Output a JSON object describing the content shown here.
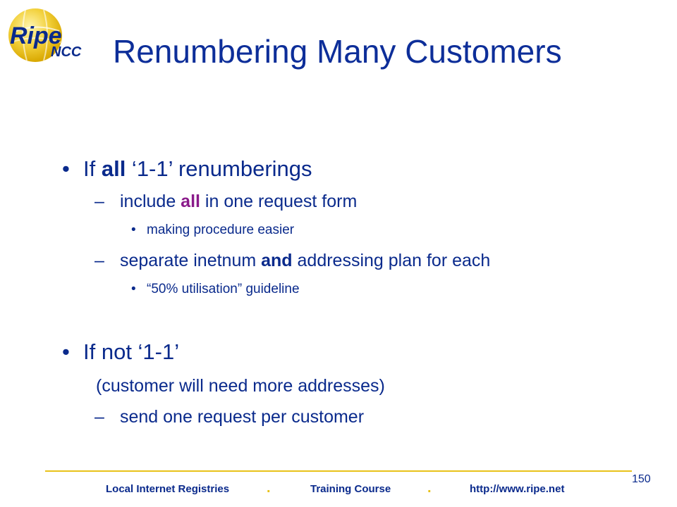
{
  "logo": {
    "text_main": "Ripe",
    "text_sub": "NCC"
  },
  "slide": {
    "title": "Renumbering Many Customers"
  },
  "content": {
    "b1": {
      "bullet": "•",
      "pre": "If ",
      "bold": "all",
      "post": " ‘1-1’ renumberings"
    },
    "b1_s1": {
      "dash": "–",
      "pre": "include ",
      "accent": "all",
      "post": " in one request form"
    },
    "b1_s1_1": {
      "bullet": "•",
      "text": "making procedure easier"
    },
    "b1_s2": {
      "dash": "–",
      "pre": "separate inetnum ",
      "bold": "and",
      "post": " addressing plan for each"
    },
    "b1_s2_1": {
      "bullet": "•",
      "text": "“50% utilisation” guideline"
    },
    "b2": {
      "bullet": "•",
      "text": "If not ‘1-1’"
    },
    "b2_note": {
      "text": "(customer will need more addresses)"
    },
    "b2_s1": {
      "dash": "–",
      "text": "send one request per customer"
    }
  },
  "footer": {
    "left": "Local Internet Registries",
    "center": "Training Course",
    "right": "http://www.ripe.net",
    "separator": ".",
    "page_number": "150"
  },
  "colors": {
    "text": "#0a2a8c",
    "title": "#0d2e99",
    "accent": "#8a1a8a",
    "rule": "#e8c21a"
  }
}
